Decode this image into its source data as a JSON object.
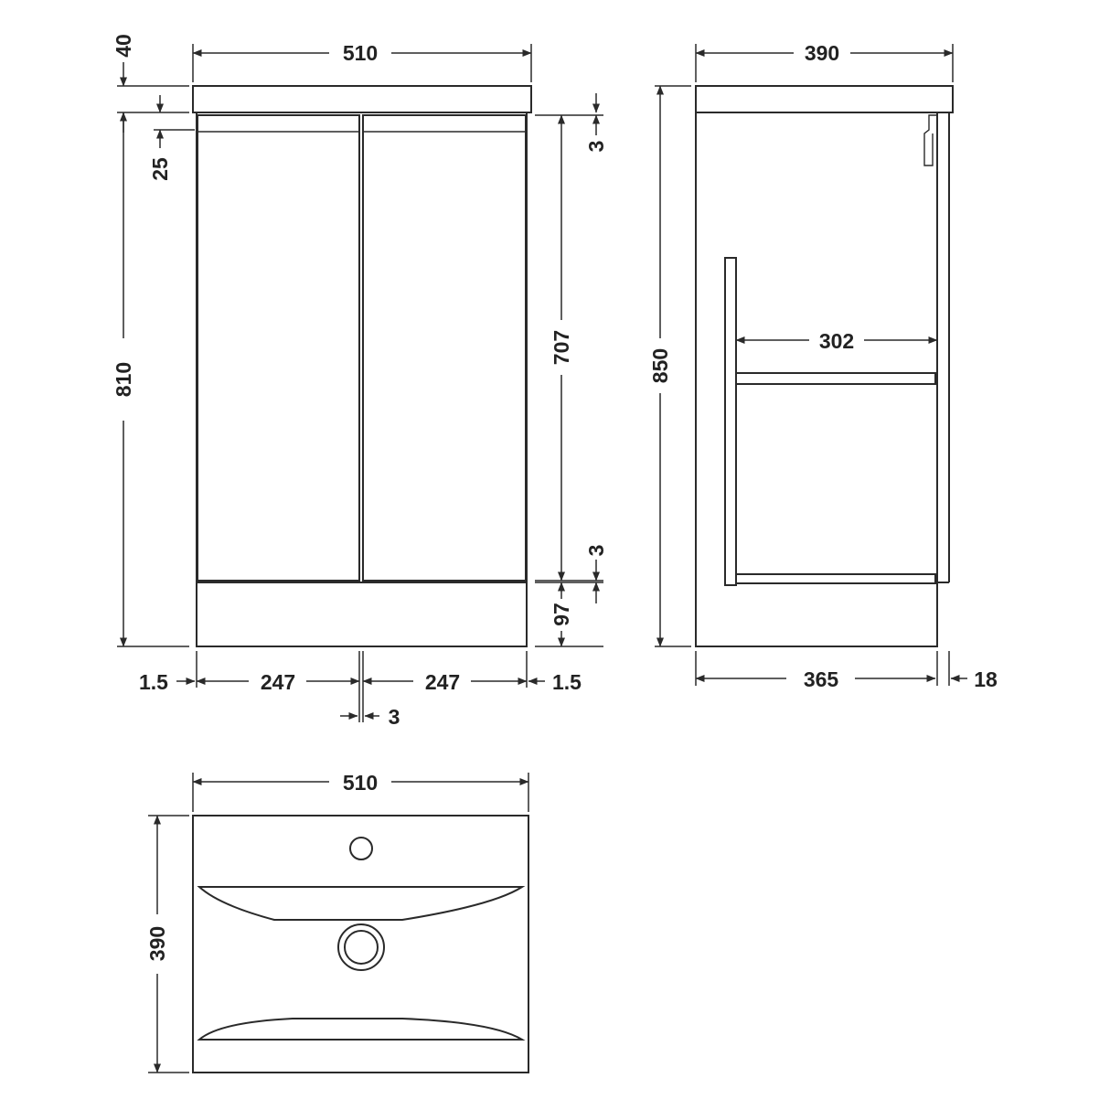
{
  "dimensions": {
    "front_width": "510",
    "top_thickness": "40",
    "drawer_gap_top": "25",
    "cabinet_height": "810",
    "top_gap_3": "3",
    "door_height": "707",
    "bottom_gap_3": "3",
    "plinth_height": "97",
    "side_left_gap": "1.5",
    "door_left": "247",
    "door_right": "247",
    "side_right_gap": "1.5",
    "door_gap": "3",
    "side_depth": "390",
    "total_height": "850",
    "inner_depth": "302",
    "carcass_depth": "365",
    "door_thickness": "18",
    "basin_width": "510",
    "basin_depth": "390"
  },
  "colors": {
    "line": "#2a2a2a",
    "text": "#222222",
    "background": "#ffffff"
  }
}
